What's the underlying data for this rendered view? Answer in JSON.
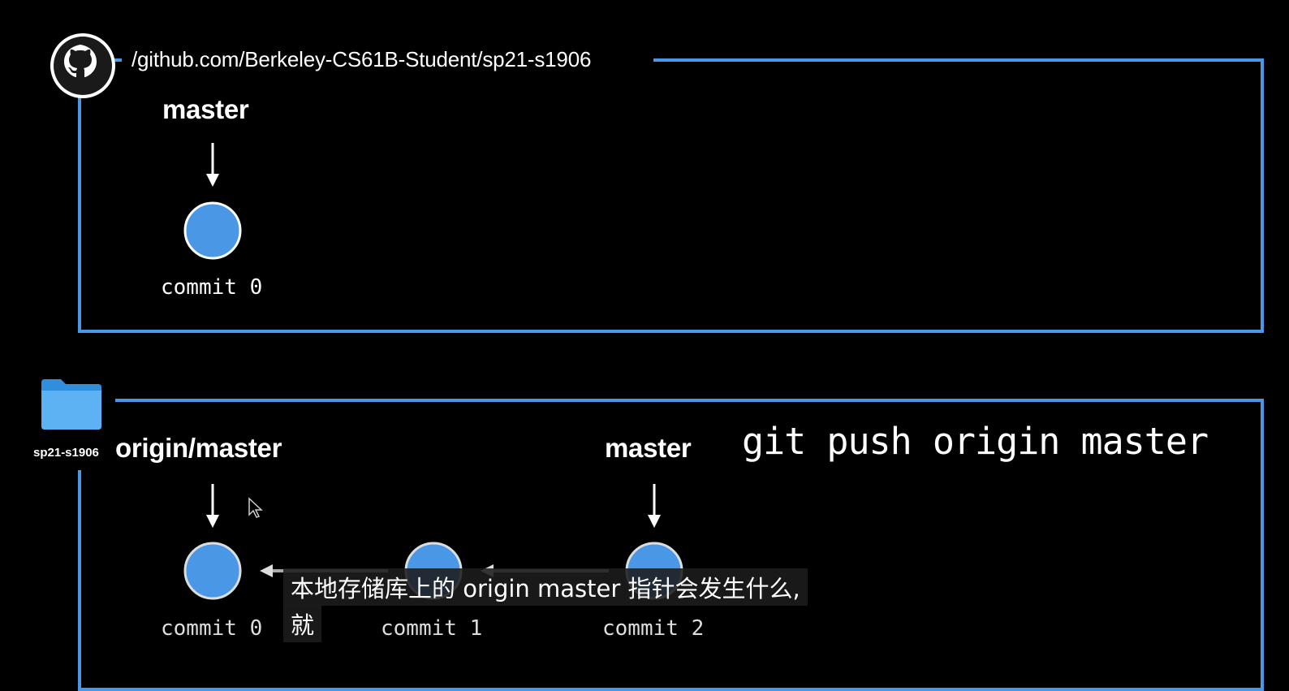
{
  "remote": {
    "url": "/github.com/Berkeley-CS61B-Student/sp21-s1906",
    "branch_label": "master",
    "commits": [
      {
        "label": "commit 0"
      }
    ]
  },
  "local": {
    "folder_label": "sp21-s1906",
    "origin_label": "origin/master",
    "branch_label": "master",
    "command": "git push origin master",
    "commits": [
      {
        "label": "commit 0"
      },
      {
        "label": "commit 1"
      },
      {
        "label": "commit 2"
      }
    ]
  },
  "subtitle": {
    "line1": "本地存储库上的 origin master 指针会发生什么,",
    "line2": "就"
  },
  "colors": {
    "background": "#000000",
    "box_border": "#4a97e6",
    "commit_fill": "#4a97e6",
    "text": "#ffffff"
  },
  "icons": {
    "remote": "github-octocat-icon",
    "local": "folder-icon",
    "pointer": "mouse-cursor-icon"
  }
}
